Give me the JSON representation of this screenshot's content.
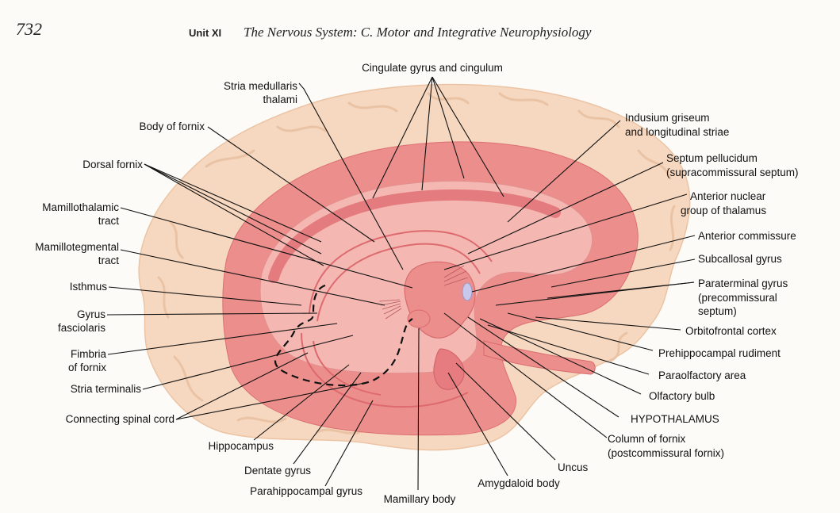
{
  "header": {
    "page_number": "732",
    "unit": "Unit XI",
    "title": "The Nervous System: C. Motor and Integrative Neurophysiology"
  },
  "colors": {
    "background": "#fdfbf8",
    "cortex": "#f6d7bf",
    "limbic": "#ec8f8c",
    "limbic_dark": "#e6767a",
    "inner": "#f4b7b1",
    "commissure": "#c9c8ea"
  },
  "labels": {
    "cingulate": "Cingulate gyrus and cingulum",
    "stria_medullaris_1": "Stria medullaris",
    "stria_medullaris_2": "thalami",
    "body_fornix": "Body of fornix",
    "dorsal_fornix": "Dorsal fornix",
    "mamillothalamic_1": "Mamillothalamic",
    "mamillothalamic_2": "tract",
    "mamillotegmental_1": "Mamillotegmental",
    "mamillotegmental_2": "tract",
    "isthmus": "Isthmus",
    "gyrus_fasciolaris_1": "Gyrus",
    "gyrus_fasciolaris_2": "fasciolaris",
    "fimbria_1": "Fimbria",
    "fimbria_2": "of fornix",
    "stria_terminalis": "Stria terminalis",
    "connecting_spinal_cord": "Connecting spinal cord",
    "hippocampus": "Hippocampus",
    "dentate_gyrus": "Dentate gyrus",
    "parahippocampal": "Parahippocampal gyrus",
    "mamillary_body": "Mamillary body",
    "amygdaloid": "Amygdaloid body",
    "uncus": "Uncus",
    "column_fornix_1": "Column of fornix",
    "column_fornix_2": "(postcommissural fornix)",
    "hypothalamus": "HYPOTHALAMUS",
    "olfactory_bulb": "Olfactory bulb",
    "paraolfactory": "Paraolfactory area",
    "prehippocampal": "Prehippocampal rudiment",
    "orbitofrontal": "Orbitofrontal cortex",
    "paraterminal_1": "Paraterminal gyrus",
    "paraterminal_2": "(precommissural",
    "paraterminal_3": "septum)",
    "subcallosal": "Subcallosal gyrus",
    "anterior_commissure": "Anterior commissure",
    "anterior_nuclear_1": "Anterior nuclear",
    "anterior_nuclear_2": "group of thalamus",
    "septum_pellucidum_1": "Septum pellucidum",
    "septum_pellucidum_2": "(supracommissural septum)",
    "indusium_1": "Indusium griseum",
    "indusium_2": "and longitudinal striae"
  }
}
